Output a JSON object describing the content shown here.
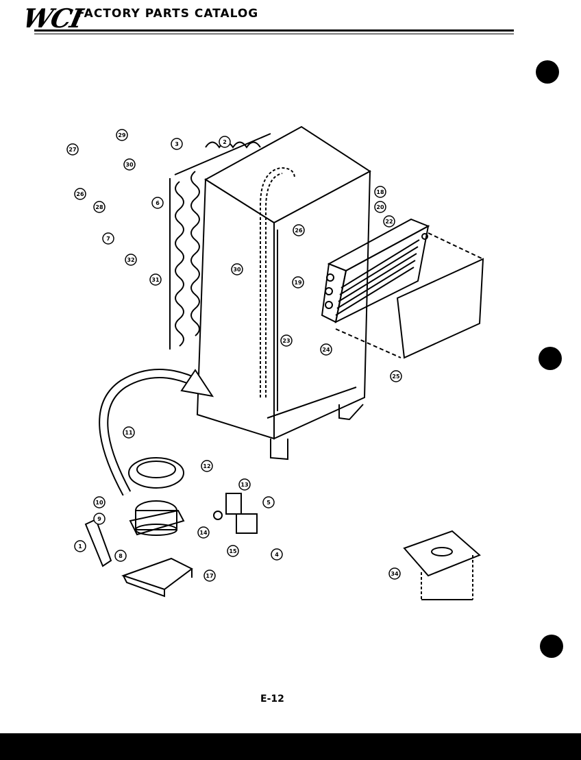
{
  "header": {
    "logo_text": "WCI",
    "title": "FACTORY PARTS CATALOG"
  },
  "page_number": "E-12",
  "callouts": [
    "29",
    "27",
    "26",
    "28",
    "3",
    "30",
    "6",
    "7",
    "2",
    "18",
    "20",
    "22",
    "26",
    "32",
    "31",
    "30",
    "19",
    "23",
    "24",
    "25",
    "11",
    "12",
    "10",
    "9",
    "1",
    "8",
    "17",
    "13",
    "5",
    "14",
    "15",
    "4",
    "34"
  ]
}
